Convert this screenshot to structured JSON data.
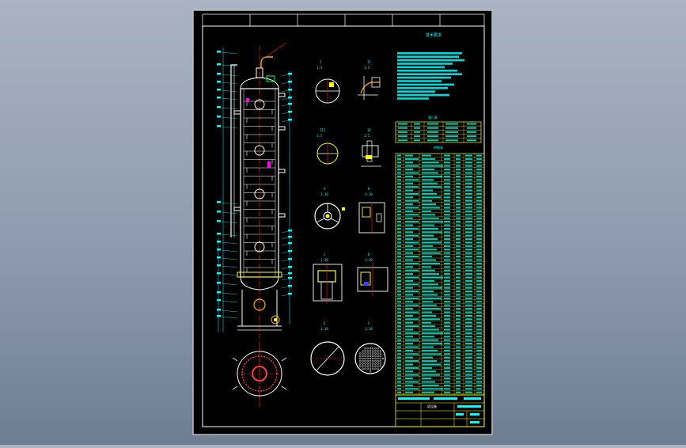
{
  "app": {
    "title": ""
  },
  "drawing": {
    "tech_requirements_title": "技术要求",
    "table1_title": "管口表",
    "table2_title": "明细表",
    "title_block_name": "塔设备",
    "colors": {
      "paper": "#000000",
      "frame": "#ffffff",
      "geometry": "#ffffff",
      "dimension": "#00ffff",
      "table": "#ffff00",
      "centerline": "#ff2020",
      "highlight": "#ff00ff",
      "text": "#00ffff"
    }
  }
}
